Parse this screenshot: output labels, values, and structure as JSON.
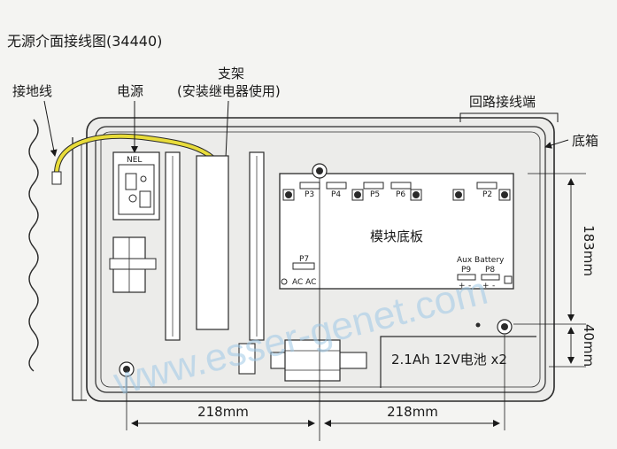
{
  "title": "无源介面接线图(34440)",
  "callouts": {
    "ground_wire": "接地线",
    "power": "电源",
    "bracket_line1": "支架",
    "bracket_line2": "(安装继电器使用)",
    "loop_terminal": "回路接线端",
    "base_box": "底箱"
  },
  "power_terminal_label": "NEL",
  "module_board": {
    "label": "模块底板",
    "connectors": [
      "P3",
      "P4",
      "P5",
      "P6",
      "P2",
      "P7",
      "P9",
      "P8"
    ],
    "ac_label": "AC AC",
    "aux_battery": "Aux Battery",
    "polarity": [
      "+",
      "-",
      "+",
      "-"
    ]
  },
  "battery_label": "2.1Ah 12V电池 x2",
  "dimensions": {
    "height_module": "183mm",
    "height_battery": "40mm",
    "width_left": "218mm",
    "width_right": "218mm"
  },
  "watermark": "www.esser-genet.com",
  "colors": {
    "line": "#2a2a2a",
    "board": "#ffffff",
    "ground_wire": "#e8dc3a",
    "watermark": "#9fc9e6"
  }
}
